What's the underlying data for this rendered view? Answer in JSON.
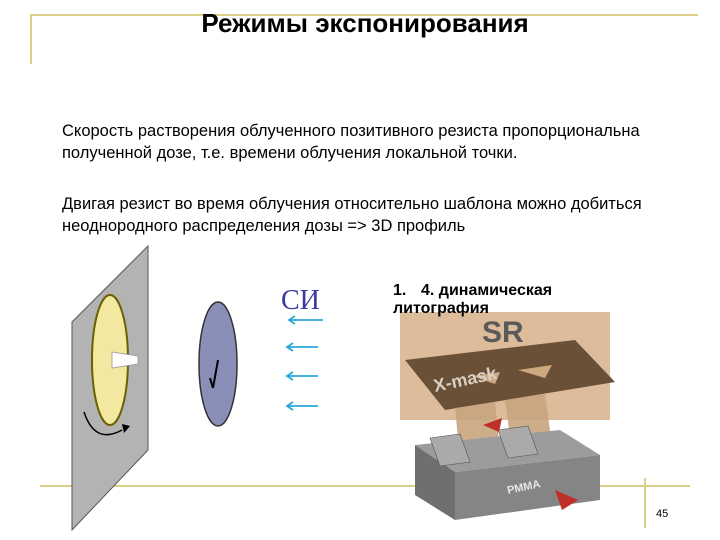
{
  "slide": {
    "title": "Режимы экспонирования",
    "paragraph_1": "Скорость растворения облученного позитивного резиста пропорциональна полученной дозе, т.е. времени облучения локальной точки.",
    "paragraph_2": "Двигая резист во время облучения относительно шаблона можно добиться неоднородного распределения дозы => 3D профиль",
    "si_label": "СИ",
    "list_item_number": "1.",
    "list_item_text": "4. динамическая литография",
    "page_number": "45"
  },
  "figure_3d": {
    "top_label": "SR",
    "mask_label": "X-mask",
    "resist_label": "PMMA"
  },
  "colors": {
    "rule": "#d9cf86",
    "si_label": "#3a3aa0",
    "arrow": "#2aa7d8",
    "disk": "#8a8fb8",
    "panel": "#b3b3b3",
    "aperture": "#f3e8a0",
    "red_arrow": "#c0302a"
  }
}
